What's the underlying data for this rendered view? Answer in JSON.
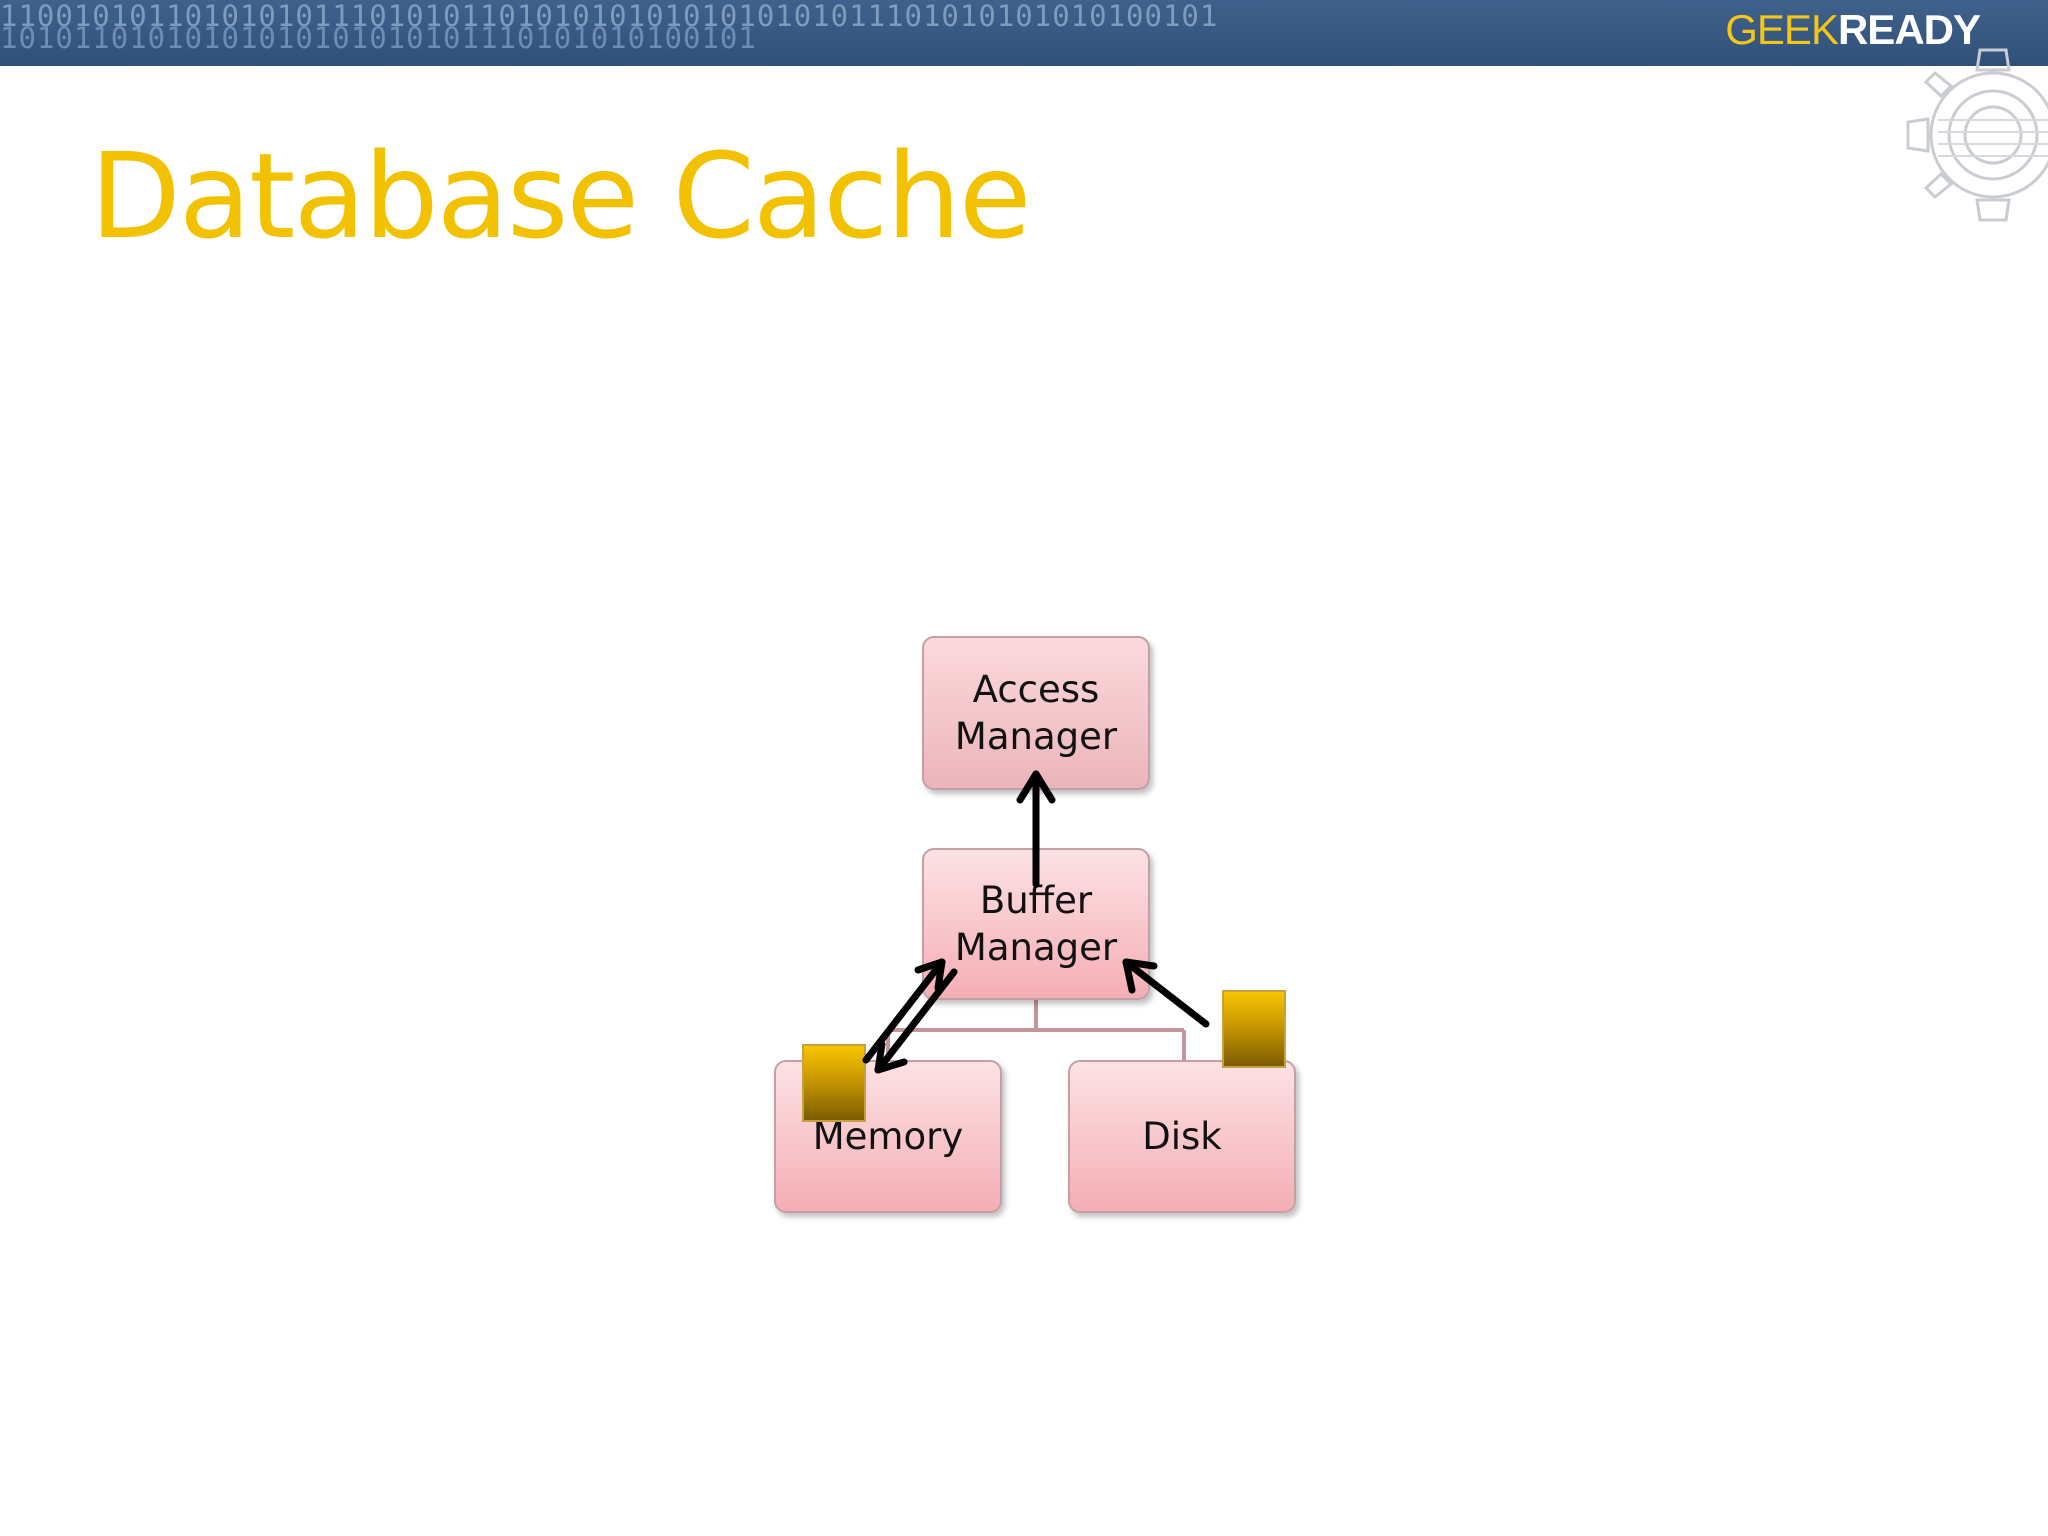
{
  "header": {
    "binary_line_1": "110010101101010101110101011010101010101010101011101010101010100101",
    "binary_line_2": "10101101010101010101010101110101010100101",
    "brand_geek": "GEEK",
    "brand_ready": "READY"
  },
  "slide": {
    "title": "Database Cache"
  },
  "diagram": {
    "nodes": {
      "access_manager": "Access\nManager",
      "buffer_manager": "Buffer\nManager",
      "memory": "Memory",
      "disk": "Disk"
    },
    "edges": [
      {
        "from": "buffer_manager",
        "to": "access_manager",
        "direction": "one-way"
      },
      {
        "from": "memory",
        "to": "buffer_manager",
        "direction": "two-way"
      },
      {
        "from": "disk",
        "to": "buffer_manager",
        "direction": "one-way"
      }
    ],
    "colors": {
      "title": "#f2c200",
      "banner": "#3f628c",
      "box_top": "#fde2e4",
      "box_bottom": "#f4aeb5",
      "connector": "#c4959a",
      "arrow": "#000000",
      "page_block": "#f7c600"
    }
  }
}
